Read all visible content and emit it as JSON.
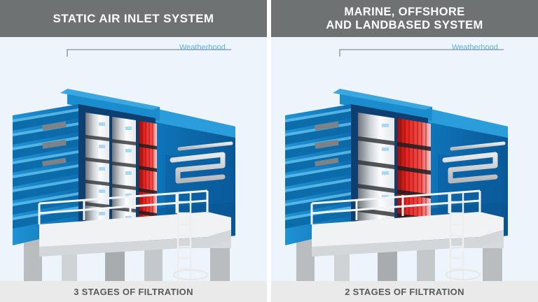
{
  "theme": {
    "header_bg": "#6e7273",
    "header_text": "#ffffff",
    "stage_bg": "#eef4fb",
    "footer_bg": "#eaeaea",
    "footer_text": "#58595b",
    "callout_text": "#58b0e8",
    "hood_blue_light": "#1e8fd0",
    "hood_blue_mid": "#1379bd",
    "hood_blue_dark": "#0b5ea1",
    "hood_navy": "#0d3f70",
    "filter_red": "#e8231f",
    "filter_white": "#f4f6f8",
    "filter_gray": "#9aa0a6",
    "steel_gray": "#b9bdc0",
    "platform_white": "#f0f2f4",
    "label_tab_blue": "#a9d8f2"
  },
  "panels": [
    {
      "id": "static-air-inlet",
      "header": "STATIC AIR INLET SYSTEM",
      "callout": "Weatherhood",
      "footer": "3 STAGES OF FILTRATION",
      "stage_count": 3,
      "filter_columns": [
        "white",
        "white",
        "red"
      ],
      "cassette_rows": 5
    },
    {
      "id": "marine-offshore-landbased",
      "header": "MARINE, OFFSHORE\nAND LANDBASED SYSTEM",
      "header_line1": "MARINE, OFFSHORE",
      "header_line2": "AND LANDBASED SYSTEM",
      "callout": "Weatherhood",
      "footer": "2 STAGES OF FILTRATION",
      "stage_count": 2,
      "filter_columns": [
        "white",
        "red"
      ],
      "cassette_rows": 5
    }
  ],
  "icons": {
    "leader_line": "callout-leader-line",
    "louver": "weatherhood-louver",
    "ladder": "access-ladder",
    "railing": "safety-railing",
    "duct": "serpentine-duct-pipe"
  }
}
